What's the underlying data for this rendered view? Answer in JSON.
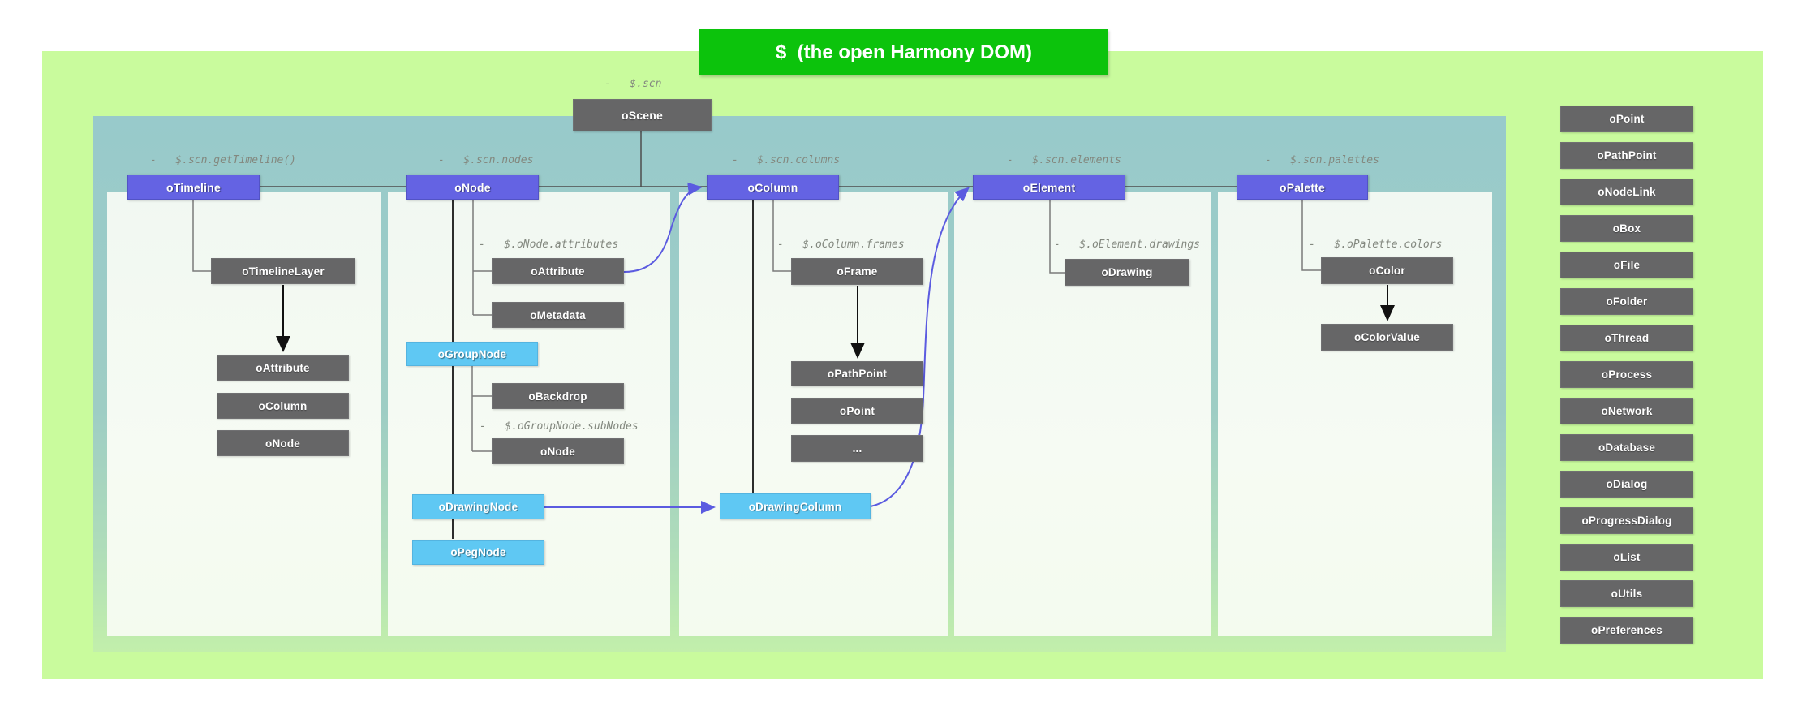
{
  "title": "$  (the open Harmony DOM)",
  "scene": {
    "label": "-   $.scn",
    "name": "oScene"
  },
  "columns": [
    {
      "header": "oTimeline",
      "accessor": "-   $.scn.getTimeline()",
      "layer": "oTimelineLayer",
      "attribute": "oAttribute",
      "column": "oColumn",
      "node": "oNode"
    },
    {
      "header": "oNode",
      "accessor": "-   $.scn.nodes",
      "attributes_label": "-   $.oNode.attributes",
      "attribute": "oAttribute",
      "metadata": "oMetadata",
      "group_node": "oGroupNode",
      "backdrop": "oBackdrop",
      "subnodes_label": "-   $.oGroupNode.subNodes",
      "subnode": "oNode",
      "drawing_node": "oDrawingNode",
      "peg_node": "oPegNode"
    },
    {
      "header": "oColumn",
      "accessor": "-   $.scn.columns",
      "frames_label": "-   $.oColumn.frames",
      "frame": "oFrame",
      "path_point": "oPathPoint",
      "point": "oPoint",
      "more": "...",
      "drawing_column": "oDrawingColumn"
    },
    {
      "header": "oElement",
      "accessor": "-   $.scn.elements",
      "drawings_label": "-   $.oElement.drawings",
      "drawing": "oDrawing"
    },
    {
      "header": "oPalette",
      "accessor": "-   $.scn.palettes",
      "colors_label": "-   $.oPalette.colors",
      "color": "oColor",
      "color_value": "oColorValue"
    }
  ],
  "side_list": [
    "oPoint",
    "oPathPoint",
    "oNodeLink",
    "oBox",
    "oFile",
    "oFolder",
    "oThread",
    "oProcess",
    "oNetwork",
    "oDatabase",
    "oDialog",
    "oProgressDialog",
    "oList",
    "oUtils",
    "oPreferences"
  ],
  "colors": {
    "title_green": "#0cc30c",
    "background_green": "#c9fb9d",
    "container_teal": "#98cacb",
    "header_blue": "#6463e3",
    "class_gray": "#666667",
    "highlight_blue": "#5fc8f3",
    "arrow_blue": "#5b5be0",
    "panel_white": "#f3faf2"
  }
}
